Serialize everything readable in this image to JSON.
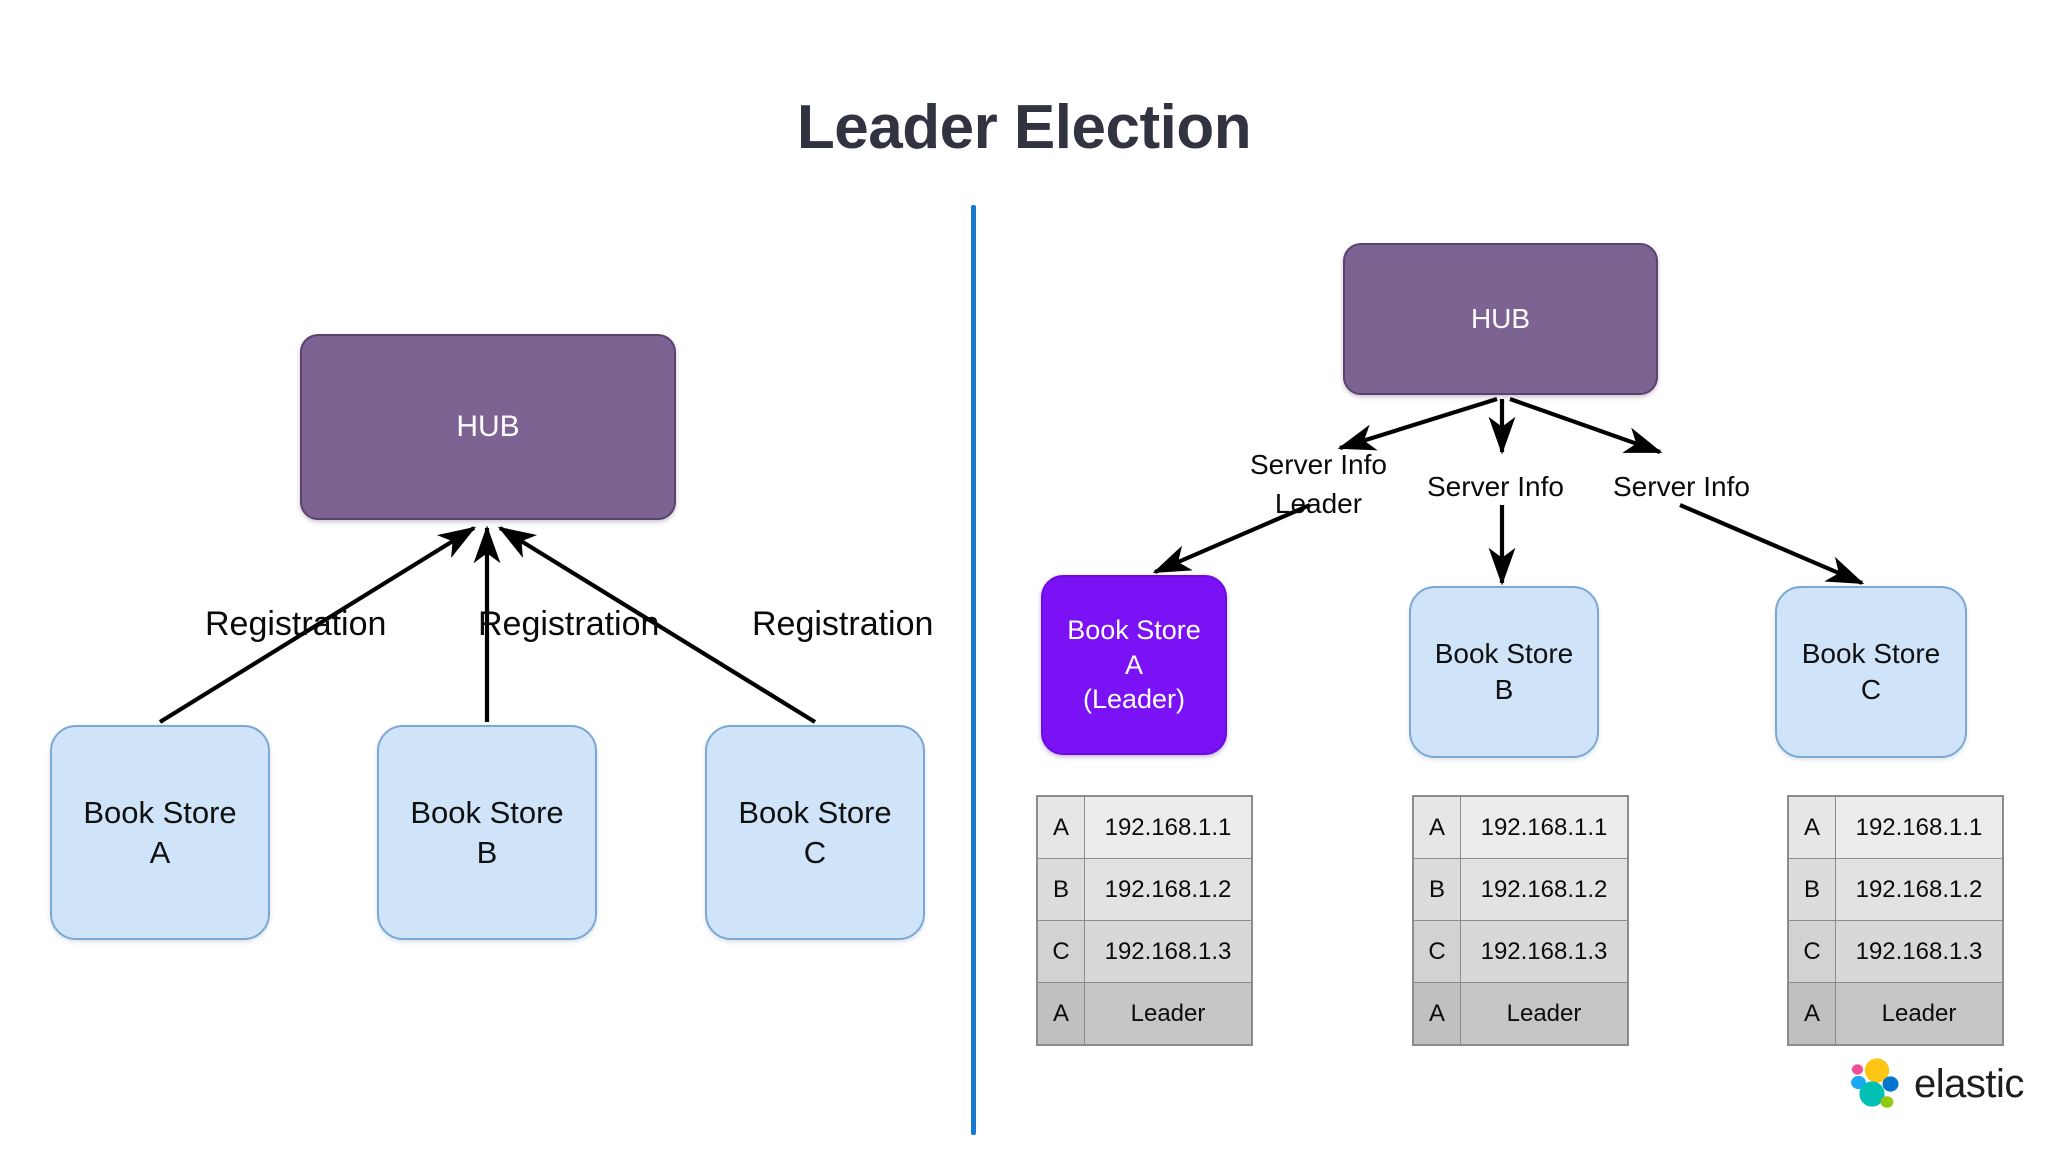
{
  "page": {
    "title": "Leader Election",
    "background": "#ffffff",
    "divider_color": "#1878cf"
  },
  "colors": {
    "title_text": "#313440",
    "hub_fill": "#7d6391",
    "hub_border": "#5b4370",
    "store_fill": "#cfe4f9",
    "store_border": "#7ba8d4",
    "leader_fill": "#7a12f5",
    "leader_text": "#ffffff",
    "edge_stroke": "#000000",
    "table_border": "#8c8c8c"
  },
  "left_panel": {
    "name": "registration-phase",
    "hub": {
      "label": "HUB"
    },
    "edge_labels": [
      {
        "text": "Registration"
      },
      {
        "text": "Registration"
      },
      {
        "text": "Registration"
      }
    ],
    "stores": [
      {
        "line1": "Book Store",
        "line2": "A"
      },
      {
        "line1": "Book Store",
        "line2": "B"
      },
      {
        "line1": "Book Store",
        "line2": "C"
      }
    ]
  },
  "right_panel": {
    "name": "server-info-broadcast-phase",
    "hub": {
      "label": "HUB"
    },
    "edge_labels": [
      {
        "line1": "Server Info",
        "line2": "Leader"
      },
      {
        "line1": "Server Info",
        "line2": ""
      },
      {
        "line1": "Server Info",
        "line2": ""
      }
    ],
    "stores": [
      {
        "line1": "Book Store",
        "line2": "A",
        "line3": "(Leader)",
        "is_leader": true
      },
      {
        "line1": "Book Store",
        "line2": "B",
        "line3": "",
        "is_leader": false
      },
      {
        "line1": "Book Store",
        "line2": "C",
        "line3": "",
        "is_leader": false
      }
    ],
    "tables": [
      {
        "name": "routing-table-a",
        "rows": [
          {
            "key": "A",
            "value": "192.168.1.1"
          },
          {
            "key": "B",
            "value": "192.168.1.2"
          },
          {
            "key": "C",
            "value": "192.168.1.3"
          },
          {
            "key": "A",
            "value": "Leader"
          }
        ]
      },
      {
        "name": "routing-table-b",
        "rows": [
          {
            "key": "A",
            "value": "192.168.1.1"
          },
          {
            "key": "B",
            "value": "192.168.1.2"
          },
          {
            "key": "C",
            "value": "192.168.1.3"
          },
          {
            "key": "A",
            "value": "Leader"
          }
        ]
      },
      {
        "name": "routing-table-c",
        "rows": [
          {
            "key": "A",
            "value": "192.168.1.1"
          },
          {
            "key": "B",
            "value": "192.168.1.2"
          },
          {
            "key": "C",
            "value": "192.168.1.3"
          },
          {
            "key": "A",
            "value": "Leader"
          }
        ]
      }
    ]
  },
  "brand": {
    "word": "elastic",
    "icon": "elastic-logo-icon",
    "blob_colors": [
      "#f04e98",
      "#fec514",
      "#00bfb3",
      "#1ba9f5",
      "#0077cc",
      "#93c90e"
    ]
  }
}
